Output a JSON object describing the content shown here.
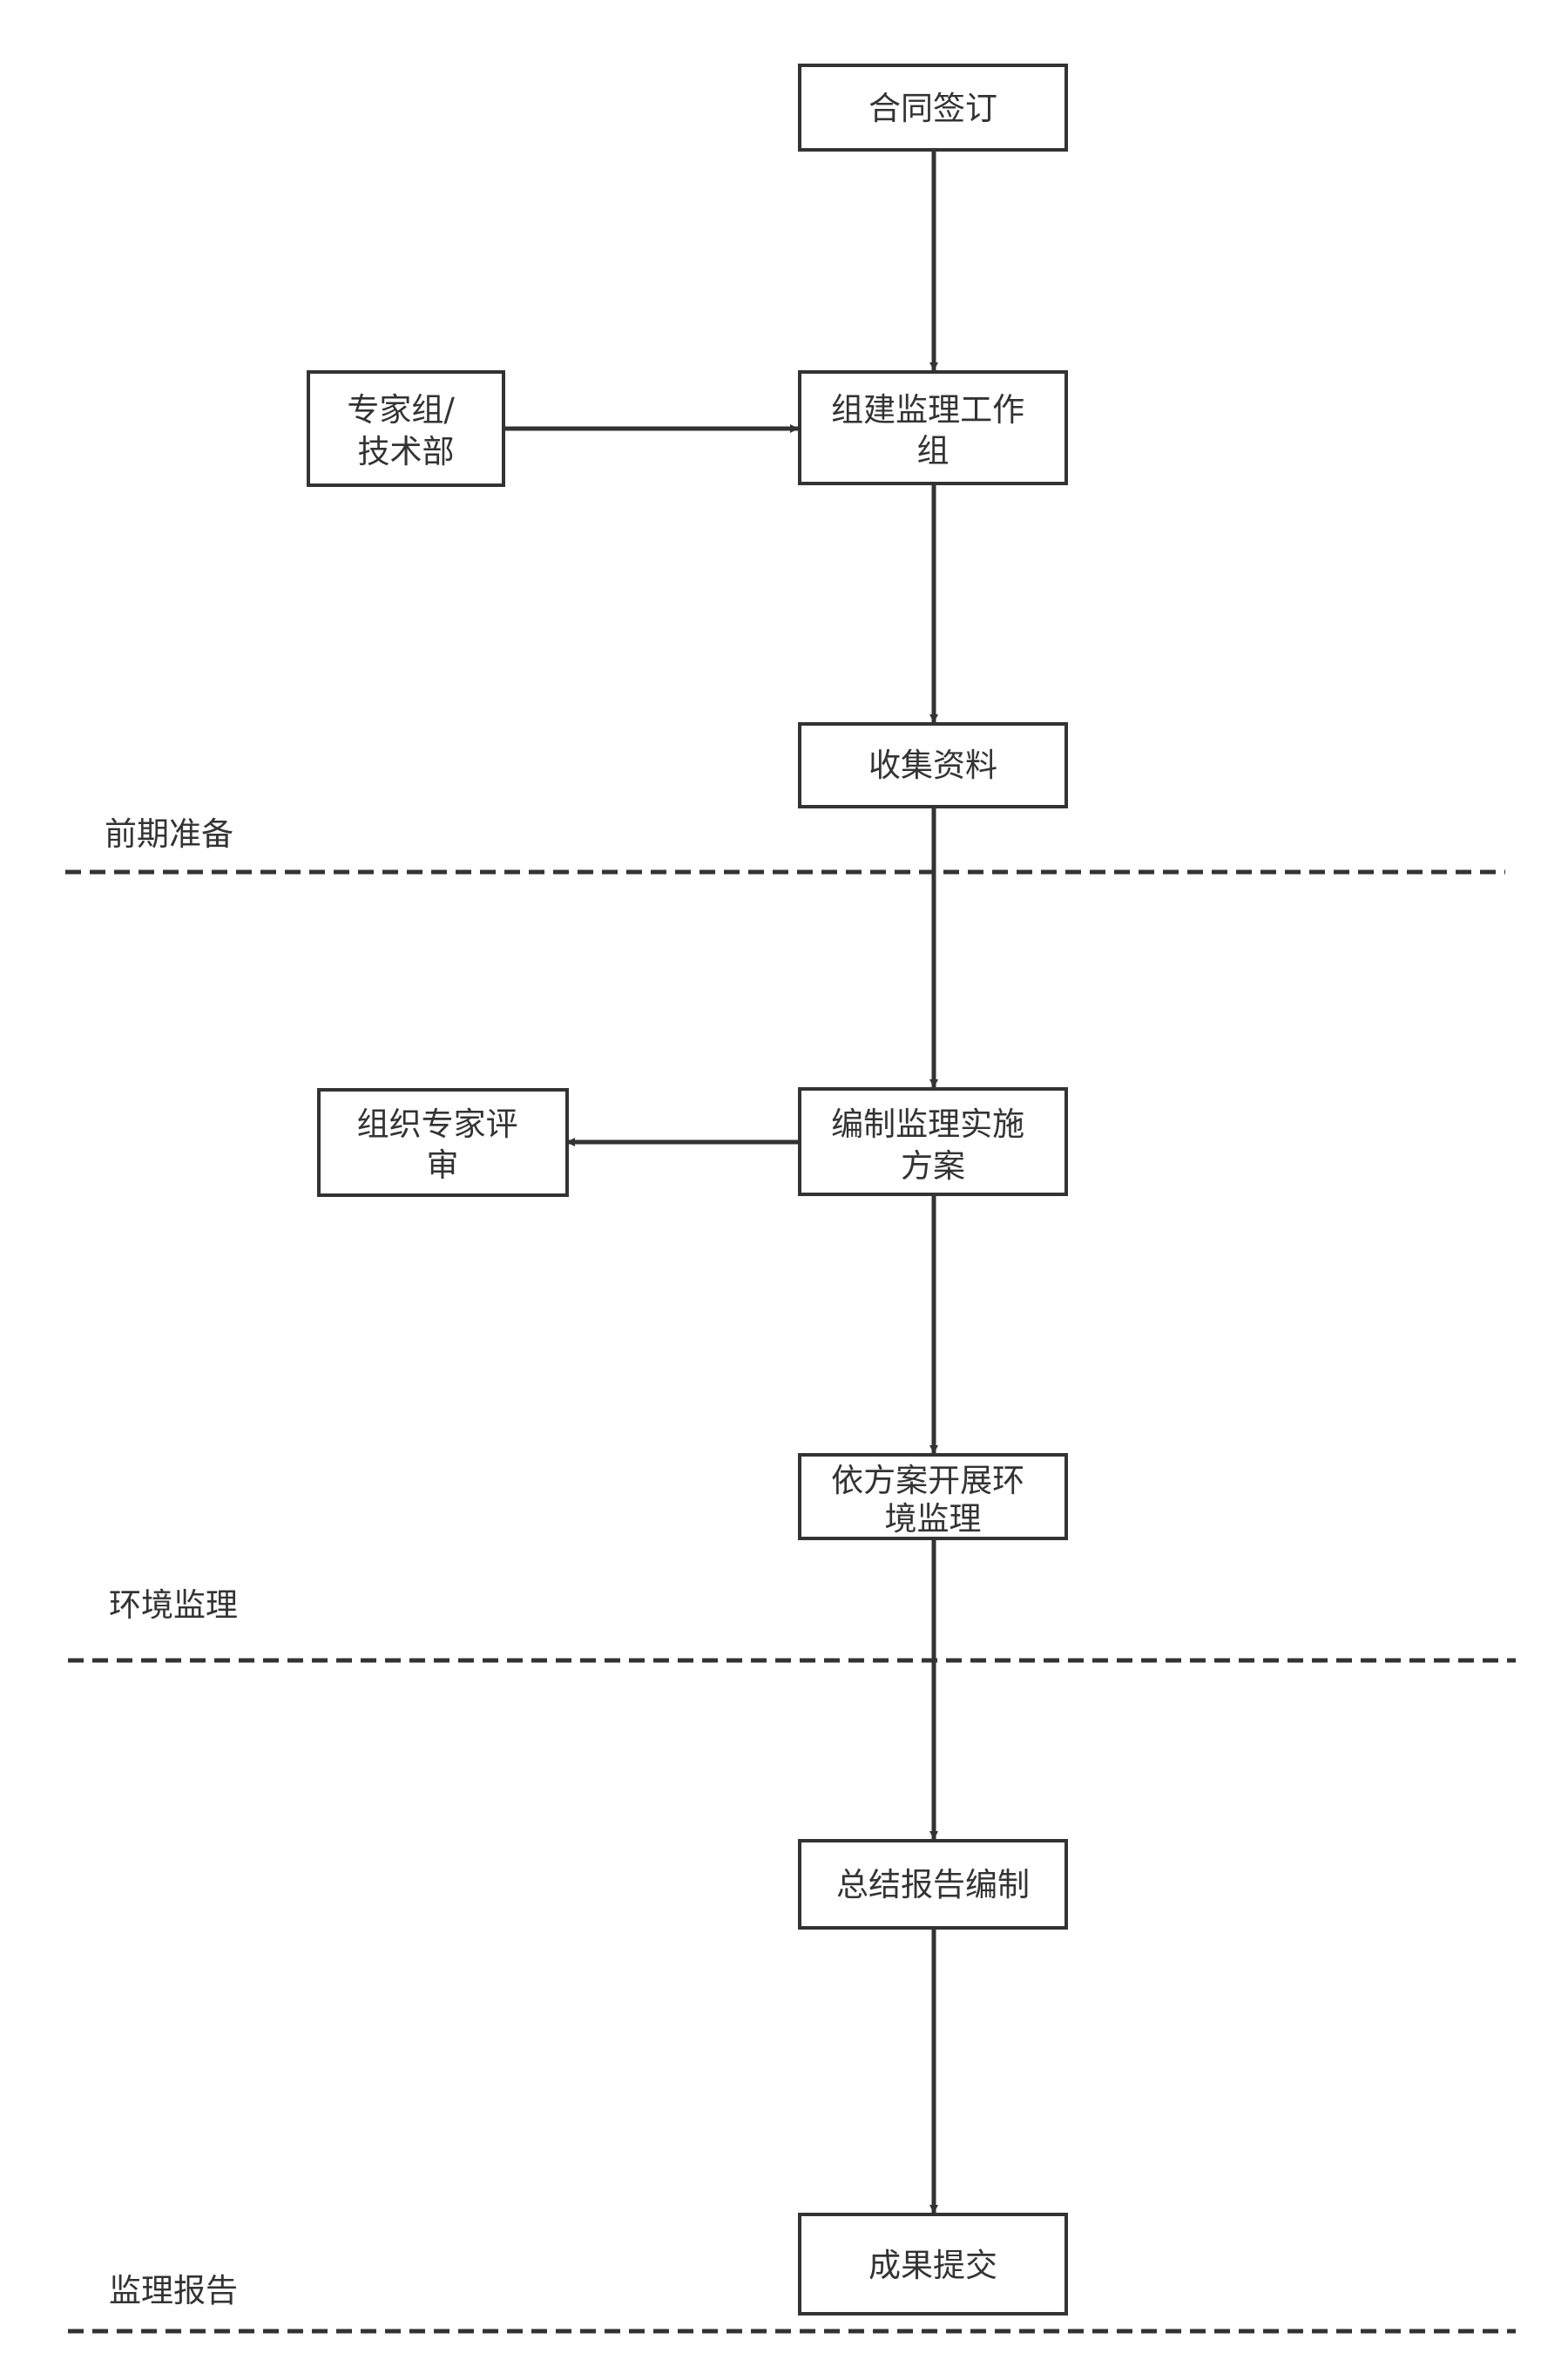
{
  "nodes": {
    "contract_signing": "合同签订",
    "form_team": [
      "组建监理工作",
      "组"
    ],
    "expert_group": [
      "专家组/",
      "技术部"
    ],
    "collect_data": "收集资料",
    "compile_plan": [
      "编制监理实施",
      "方案"
    ],
    "expert_review": [
      "组织专家评",
      "审"
    ],
    "carry_out_monitoring": [
      "依方案开展环",
      "境监理"
    ],
    "summary_report": "总结报告编制",
    "submit_results": "成果提交"
  },
  "phases": {
    "preparation": "前期准备",
    "monitoring": "环境监理",
    "report": "监理报告"
  },
  "edges": [
    {
      "from": "contract_signing",
      "to": "form_team"
    },
    {
      "from": "expert_group",
      "to": "form_team"
    },
    {
      "from": "form_team",
      "to": "collect_data"
    },
    {
      "from": "collect_data",
      "to": "compile_plan"
    },
    {
      "from": "compile_plan",
      "to": "expert_review"
    },
    {
      "from": "compile_plan",
      "to": "carry_out_monitoring"
    },
    {
      "from": "carry_out_monitoring",
      "to": "summary_report"
    },
    {
      "from": "summary_report",
      "to": "submit_results"
    }
  ],
  "colors": {
    "stroke": "#333333",
    "background": "#ffffff"
  }
}
